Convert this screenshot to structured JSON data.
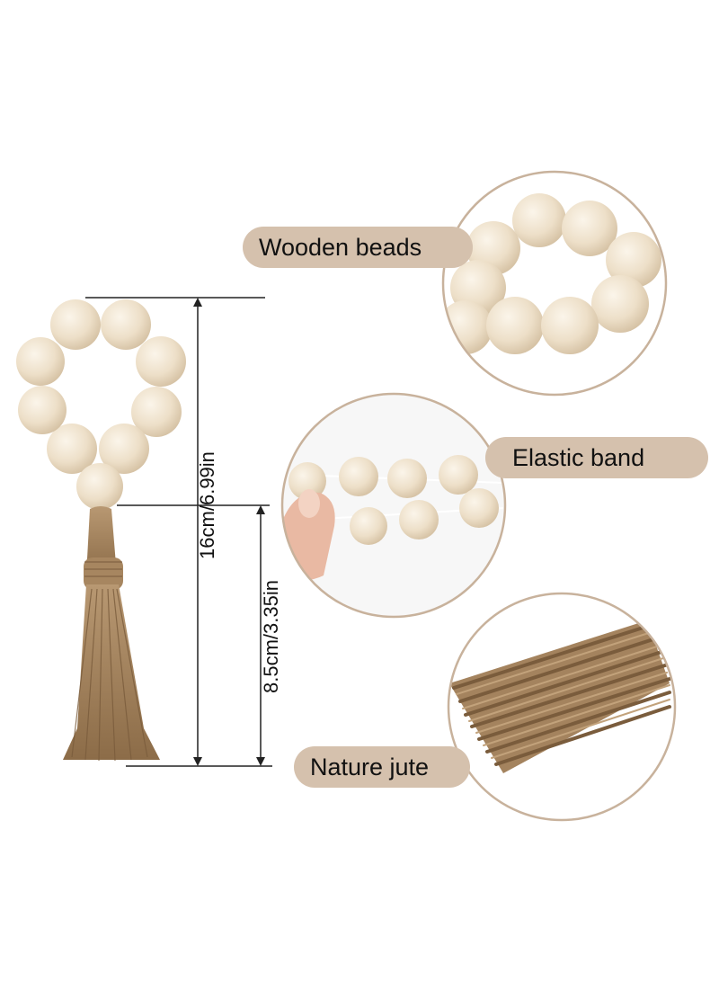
{
  "callouts": {
    "wooden_beads": "Wooden beads",
    "elastic_band": "Elastic band",
    "nature_jute": "Nature jute"
  },
  "dimensions": {
    "total": "16cm/6.99in",
    "tassel": "8.5cm/3.35in"
  },
  "colors": {
    "pill": "#d5c1ad",
    "bead": "#efe3cf",
    "jute": "#9c7a55",
    "circle_border": "#c8b29c",
    "dim_line": "#222222"
  }
}
